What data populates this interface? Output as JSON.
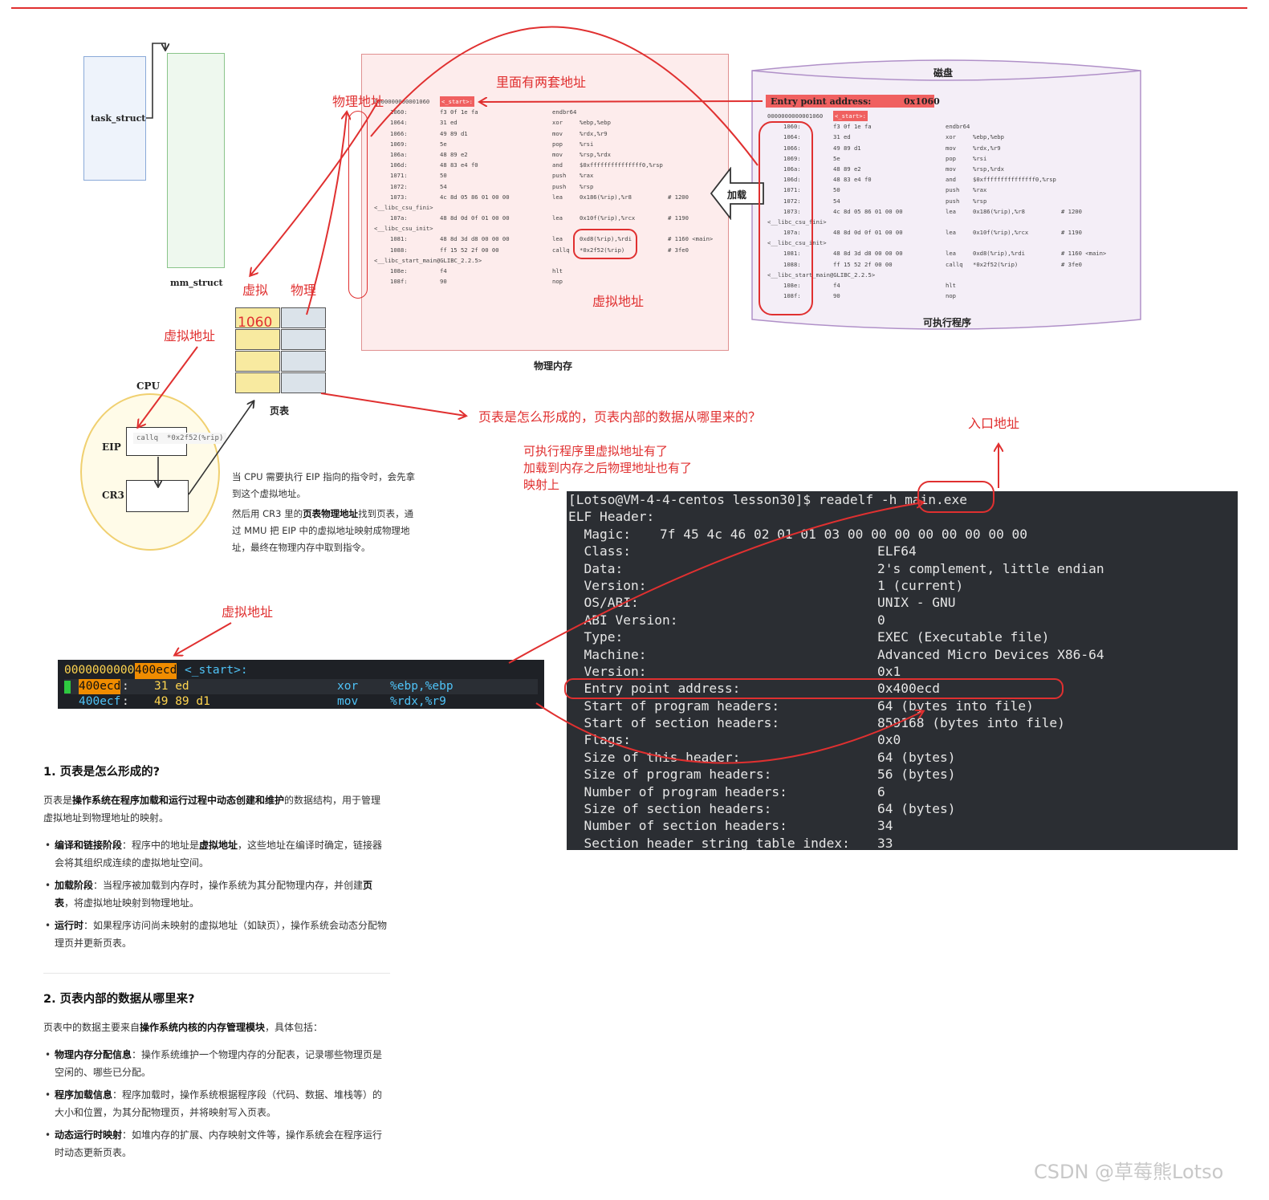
{
  "diagram": {
    "task_struct": "task_struct",
    "mm_struct": "mm_struct",
    "cpu_label": "CPU",
    "eip_label": "EIP",
    "cr3_label": "CR3",
    "eip_code": "callq  *0x2f52(%rip)",
    "page_table_label": "页表",
    "virtual_col": "虚拟",
    "physical_col": "物理",
    "pt_value": "1060",
    "phys_addr_note": "物理地址",
    "virt_addr_note_left": "虚拟地址",
    "two_addr_note": "里面有两套地址",
    "phys_mem_virt_note": "虚拟地址",
    "phys_mem_label": "物理内存",
    "disk_label": "磁盘",
    "exe_label": "可执行程序",
    "load_label": "加载",
    "entry_point_label": "Entry point address:",
    "entry_point_value": "0x1060",
    "question_note": "页表是怎么形成的，页表内部的数据从哪里来的？",
    "entry_addr_note": "入口地址",
    "mapping_note": [
      "可执行程序里虚拟地址有了",
      "加载到内存之后物理地址也有了",
      "映射上"
    ],
    "cpu_desc_1": "当 CPU 需要执行 EIP 指向的指令时，会先拿到这个虚拟地址。",
    "cpu_desc_2a": "然后用 CR3 里的",
    "cpu_desc_2b": "页表物理地址",
    "cpu_desc_2c": "找到页表，通过 MMU 把 EIP 中的虚拟地址映射成物理地址，最终在物理内存中取到指令。",
    "virt_addr_note_2": "虚拟地址"
  },
  "asm_listing": {
    "start_addr": "0000000000001060",
    "start_sym": "<_start>:",
    "lines": [
      {
        "addr": "1060:",
        "bytes": "f3 0f 1e fa",
        "op": "endbr64",
        "args": "",
        "cmt": ""
      },
      {
        "addr": "1064:",
        "bytes": "31 ed",
        "op": "xor",
        "args": "%ebp,%ebp",
        "cmt": ""
      },
      {
        "addr": "1066:",
        "bytes": "49 89 d1",
        "op": "mov",
        "args": "%rdx,%r9",
        "cmt": ""
      },
      {
        "addr": "1069:",
        "bytes": "5e",
        "op": "pop",
        "args": "%rsi",
        "cmt": ""
      },
      {
        "addr": "106a:",
        "bytes": "48 89 e2",
        "op": "mov",
        "args": "%rsp,%rdx",
        "cmt": ""
      },
      {
        "addr": "106d:",
        "bytes": "48 83 e4 f0",
        "op": "and",
        "args": "$0xfffffffffffffff0,%rsp",
        "cmt": ""
      },
      {
        "addr": "1071:",
        "bytes": "50",
        "op": "push",
        "args": "%rax",
        "cmt": ""
      },
      {
        "addr": "1072:",
        "bytes": "54",
        "op": "push",
        "args": "%rsp",
        "cmt": ""
      },
      {
        "addr": "1073:",
        "bytes": "4c 8d 05 86 01 00 00",
        "op": "lea",
        "args": "0x186(%rip),%r8",
        "cmt": "# 1200"
      },
      {
        "label": "<__libc_csu_fini>"
      },
      {
        "addr": "107a:",
        "bytes": "48 8d 0d 0f 01 00 00",
        "op": "lea",
        "args": "0x10f(%rip),%rcx",
        "cmt": "# 1190"
      },
      {
        "label": "<__libc_csu_init>"
      },
      {
        "addr": "1081:",
        "bytes": "48 8d 3d d8 00 00 00",
        "op": "lea",
        "args": "0xd8(%rip),%rdi",
        "cmt": "# 1160 <main>"
      },
      {
        "addr": "1088:",
        "bytes": "ff 15 52 2f 00 00",
        "op": "callq",
        "args": "*0x2f52(%rip)",
        "cmt": "# 3fe0"
      },
      {
        "label": "<__libc_start_main@GLIBC_2.2.5>"
      },
      {
        "addr": "108e:",
        "bytes": "f4",
        "op": "hlt",
        "args": "",
        "cmt": ""
      },
      {
        "addr": "108f:",
        "bytes": "90",
        "op": "nop",
        "args": "",
        "cmt": ""
      }
    ]
  },
  "objdump_snippet": {
    "line1_prefix": "0000000000",
    "line1_hl": "400ecd",
    "line1_sym": " <_start>:",
    "line2_addr": "400ecd",
    "line2_bytes": "31 ed",
    "line2_op": "xor",
    "line2_args": "%ebp,%ebp",
    "line3_addr": "400ecf",
    "line3_bytes": "49 89 d1",
    "line3_op": "mov",
    "line3_args": "%rdx,%r9"
  },
  "terminal": {
    "prompt": "[Lotso@VM-4-4-centos lesson30]$ readelf -h main.exe",
    "header": "ELF Header:",
    "magic_label": "  Magic:",
    "magic_value": "7f 45 4c 46 02 01 01 03 00 00 00 00 00 00 00 00",
    "rows": [
      {
        "k": "  Class:",
        "v": "ELF64"
      },
      {
        "k": "  Data:",
        "v": "2's complement, little endian"
      },
      {
        "k": "  Version:",
        "v": "1 (current)"
      },
      {
        "k": "  OS/ABI:",
        "v": "UNIX - GNU"
      },
      {
        "k": "  ABI Version:",
        "v": "0"
      },
      {
        "k": "  Type:",
        "v": "EXEC (Executable file)"
      },
      {
        "k": "  Machine:",
        "v": "Advanced Micro Devices X86-64"
      },
      {
        "k": "  Version:",
        "v": "0x1"
      },
      {
        "k": "  Entry point address:",
        "v": "0x400ecd"
      },
      {
        "k": "  Start of program headers:",
        "v": "64 (bytes into file)"
      },
      {
        "k": "  Start of section headers:",
        "v": "859168 (bytes into file)"
      },
      {
        "k": "  Flags:",
        "v": "0x0"
      },
      {
        "k": "  Size of this header:",
        "v": "64 (bytes)"
      },
      {
        "k": "  Size of program headers:",
        "v": "56 (bytes)"
      },
      {
        "k": "  Number of program headers:",
        "v": "6"
      },
      {
        "k": "  Size of section headers:",
        "v": "64 (bytes)"
      },
      {
        "k": "  Number of section headers:",
        "v": "34"
      },
      {
        "k": "  Section header string table index:",
        "v": "33"
      }
    ]
  },
  "doc": {
    "h1": "1. 页表是怎么形成的?",
    "p1a": "页表是",
    "p1b": "操作系统在程序加载和运行过程中动态创建和维护",
    "p1c": "的数据结构，用于管理虚拟地址到物理地址的映射。",
    "b1_title": "编译和链接阶段",
    "b1_a": "：程序中的地址是",
    "b1_b": "虚拟地址",
    "b1_c": "，这些地址在编译时确定，链接器会将其组织成连续的虚拟地址空间。",
    "b2_title": "加载阶段",
    "b2_a": "：当程序被加载到内存时，操作系统为其分配物理内存，并创建",
    "b2_b": "页表",
    "b2_c": "，将虚拟地址映射到物理地址。",
    "b3_title": "运行时",
    "b3_a": "：如果程序访问尚未映射的虚拟地址（如缺页），操作系统会动态分配物理页并更新页表。",
    "h2": "2. 页表内部的数据从哪里来?",
    "p2a": "页表中的数据主要来自",
    "p2b": "操作系统内核的内存管理模块",
    "p2c": "，具体包括：",
    "c1_title": "物理内存分配信息",
    "c1_a": "：操作系统维护一个物理内存的分配表，记录哪些物理页是空闲的、哪些已分配。",
    "c2_title": "程序加载信息",
    "c2_a": "：程序加载时，操作系统根据程序段（代码、数据、堆栈等）的大小和位置，为其分配物理页，并将映射写入页表。",
    "c3_title": "动态运行时映射",
    "c3_a": "：如堆内存的扩展、内存映射文件等，操作系统会在程序运行时动态更新页表。"
  },
  "watermark": "CSDN @草莓熊Lotso",
  "colors": {
    "accent_red": "#e03030",
    "terminal_bg": "#2b2e33",
    "orange": "#f08c00",
    "cyan": "#4fc3f7"
  }
}
